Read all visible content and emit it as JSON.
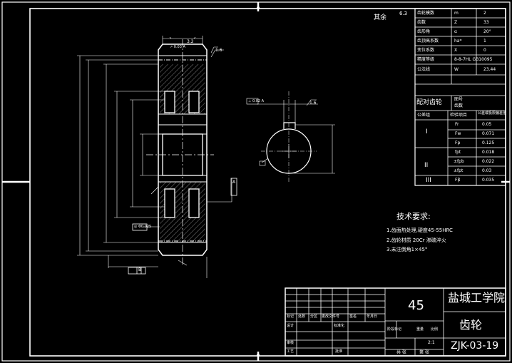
{
  "gear_params": {
    "rows": [
      {
        "name": "齿轮模数",
        "symbol": "m",
        "value": "2"
      },
      {
        "name": "齿数",
        "symbol": "Z",
        "value": "33"
      },
      {
        "name": "齿形角",
        "symbol": "α",
        "value": "20°"
      },
      {
        "name": "齿顶高系数",
        "symbol": "ha*",
        "value": "1"
      },
      {
        "name": "变位系数",
        "symbol": "X",
        "value": "0"
      },
      {
        "name": "精度等级",
        "symbol": "",
        "value": "8-8-7HL GB10095"
      },
      {
        "name": "公法线",
        "symbol": "W",
        "value": "23.44"
      }
    ],
    "pairing_label": "配对齿轮",
    "pairing_lines": [
      "图号",
      "齿数"
    ],
    "tolerance_header": [
      "公差组",
      "检验项目",
      "公差或极限偏差值"
    ],
    "groups": [
      {
        "group": "I",
        "items": [
          [
            "Fr",
            "0.05"
          ],
          [
            "Fw",
            "0.071"
          ],
          [
            "Fp",
            "0.125"
          ]
        ]
      },
      {
        "group": "II",
        "items": [
          [
            "fpt",
            "0.018"
          ],
          [
            "±fpb",
            "0.022"
          ],
          [
            "±fpt",
            "0.03"
          ]
        ]
      },
      {
        "group": "III",
        "items": [
          [
            "Fβ",
            "0.035"
          ]
        ]
      }
    ]
  },
  "surface_note": {
    "label": "其余",
    "value": "6.3"
  },
  "tech_requirements": {
    "title": "技术要求:",
    "items": [
      "1.齿面热处理,硬度45-55HRC",
      "2.齿轮材质 20Cr 渗碳淬火",
      "3.未注倒角1×45°"
    ]
  },
  "view_labels": {
    "datum_a": "A",
    "datum_b": "B",
    "frame_1": "◎ Φ0.025",
    "frame_2": "⊥ 0.02 A",
    "frame_3": "↗ 0.03 A",
    "ra_top": "3.2",
    "ra_side": "1.6",
    "ra_bore": "1.6"
  },
  "title_block": {
    "material": "45",
    "school": "盐城工学院",
    "part_name": "齿轮",
    "drawing_no": "ZJK-03-19",
    "scale": "2:1",
    "header_cells": [
      "标记",
      "处数",
      "分区",
      "更改文件号",
      "签名",
      "年月日"
    ],
    "row_labels": [
      "设计",
      "审核",
      "工艺"
    ],
    "row_values": [
      "",
      "标准化",
      "批准"
    ],
    "mid_labels": [
      "阶段标记",
      "重量",
      "比例"
    ],
    "bottom_labels": [
      "共 张",
      "第 张"
    ]
  }
}
